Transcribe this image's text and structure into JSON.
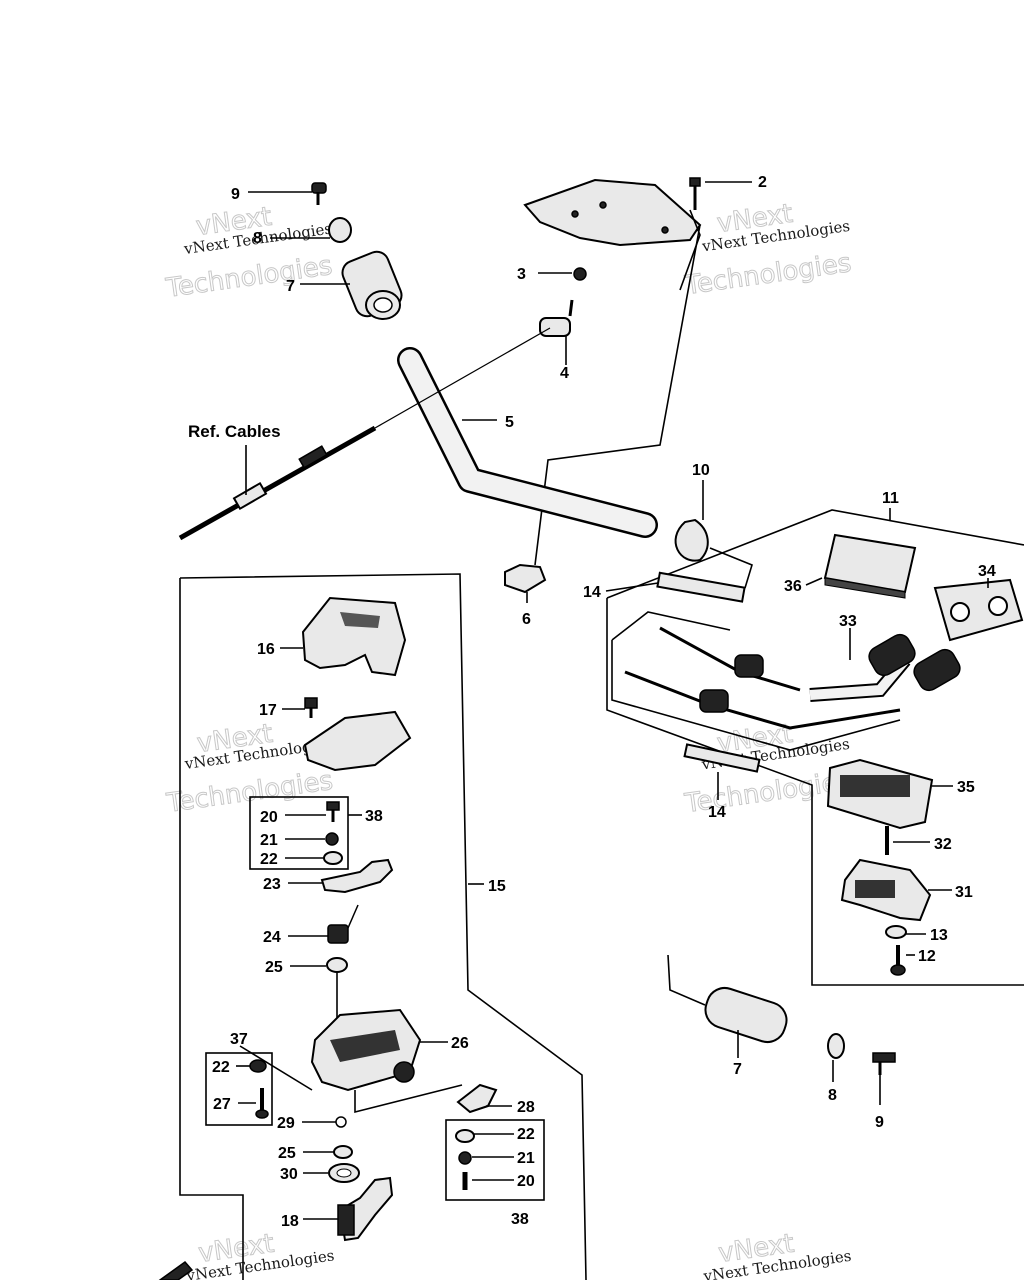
{
  "diagram": {
    "ref_label": "Ref. Cables",
    "watermark_line1": "vNext Technologies",
    "watermark_line2": "Technologies",
    "watermark_line3": "vNext",
    "callouts": {
      "n2": "2",
      "n3": "3",
      "n4": "4",
      "n5": "5",
      "n6": "6",
      "n7a": "7",
      "n7b": "7",
      "n8a": "8",
      "n8b": "8",
      "n9a": "9",
      "n9b": "9",
      "n10": "10",
      "n11": "11",
      "n12": "12",
      "n13": "13",
      "n14a": "14",
      "n14b": "14",
      "n15": "15",
      "n16": "16",
      "n17": "17",
      "n18": "18",
      "n20a": "20",
      "n20b": "20",
      "n21a": "21",
      "n21b": "21",
      "n22a": "22",
      "n22b": "22",
      "n22c": "22",
      "n23": "23",
      "n24": "24",
      "n25a": "25",
      "n25b": "25",
      "n26": "26",
      "n27": "27",
      "n28": "28",
      "n29": "29",
      "n30": "30",
      "n31": "31",
      "n32": "32",
      "n33": "33",
      "n34": "34",
      "n35": "35",
      "n36": "36",
      "n37": "37",
      "n38a": "38",
      "n38b": "38"
    }
  }
}
